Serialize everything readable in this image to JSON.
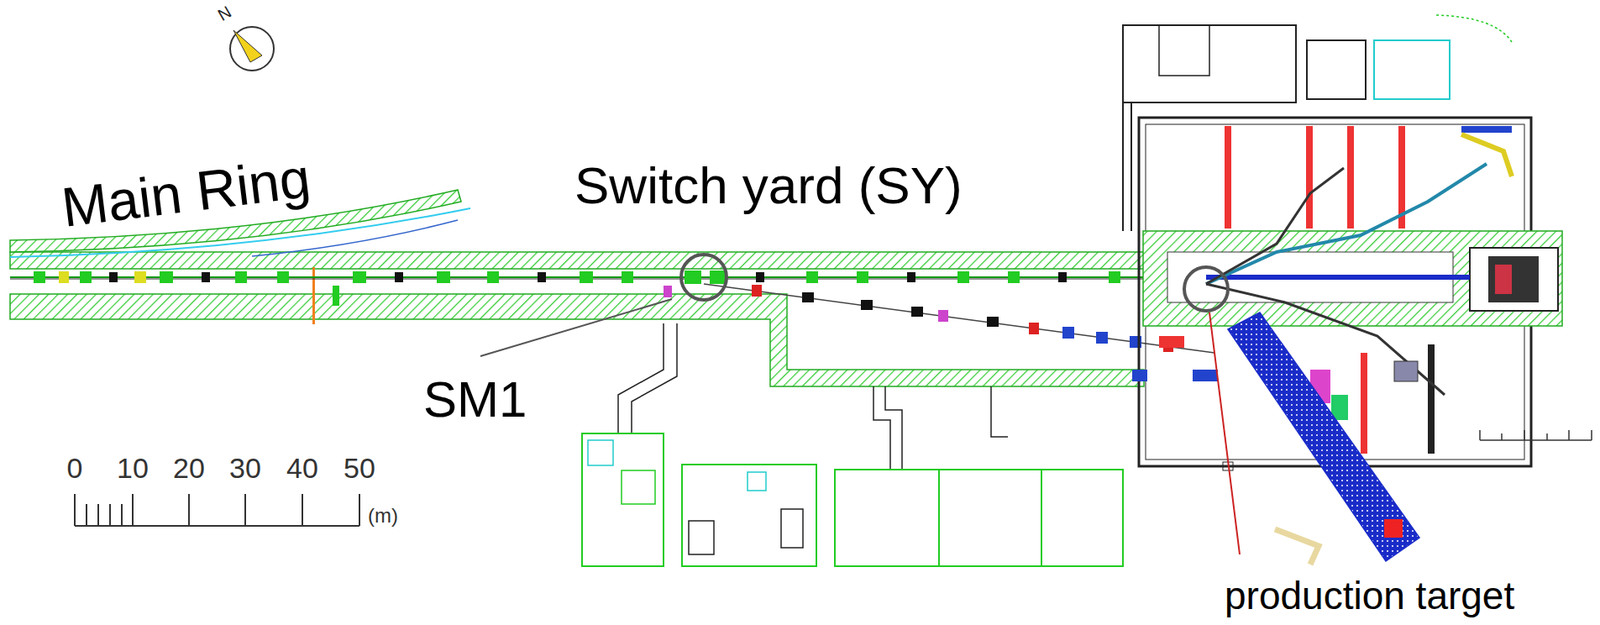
{
  "diagram": {
    "labels": [
      "N",
      "Main Ring",
      "Switch yard (SY)",
      "SM1",
      "production target",
      "0",
      "10",
      "20",
      "30",
      "40",
      "50",
      "(m)"
    ]
  }
}
